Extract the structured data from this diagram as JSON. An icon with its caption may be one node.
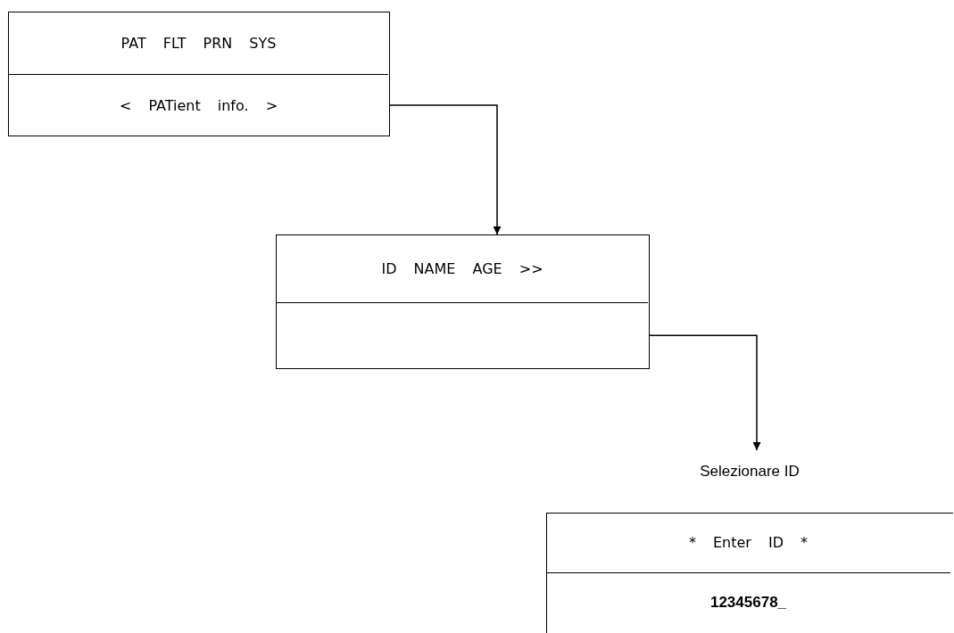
{
  "diagram": {
    "nodes": [
      {
        "text": [],
        "shape": "box"
      },
      {
        "text": [
          "PAT FLT PRN SYS"
        ],
        "in": 0
      },
      {
        "text": [
          "< PATient info. >"
        ],
        "in": 0
      },
      {
        "text": [],
        "shape": "box"
      },
      {
        "text": [
          "ID NAME AGE >>"
        ],
        "in": 3
      },
      {
        "text": [],
        "shape": "box",
        "in": 3
      },
      {
        "text": [
          "Selezionare ID"
        ]
      },
      {
        "text": [
          "* Enter ID *"
        ],
        "in": 6
      },
      {
        "text": [
          "12345678_"
        ],
        "in": 6
      }
    ],
    "edges": [
      {
        "from": 0,
        "to": 3,
        "arrow": "to"
      },
      {
        "from": 3,
        "to": 6,
        "arrow": "to"
      }
    ]
  }
}
